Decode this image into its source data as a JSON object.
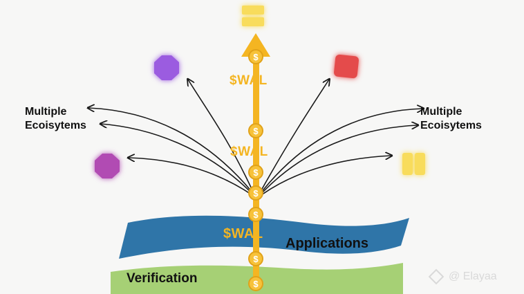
{
  "labels": {
    "ecosystems_left": "Multiple Ecoisytems",
    "ecosystems_right": "Multiple Ecoisytems",
    "applications": "Applications",
    "verification": "Verification"
  },
  "token": {
    "top": "$WAL",
    "middle": "$WAL",
    "bottom": "$WAL",
    "coin_symbol": "$"
  },
  "watermark": {
    "text": "@ Elayaa"
  },
  "colors": {
    "token_gold": "#f4b522",
    "coin_gold": "#f7c23a",
    "band_blue": "#2f75a8",
    "band_green": "#a6d075",
    "hex_purple": "#9b5ce0",
    "hex_magenta": "#b14bb3",
    "square_red": "#e44b4b",
    "block_yellow": "#f8dc5b"
  }
}
